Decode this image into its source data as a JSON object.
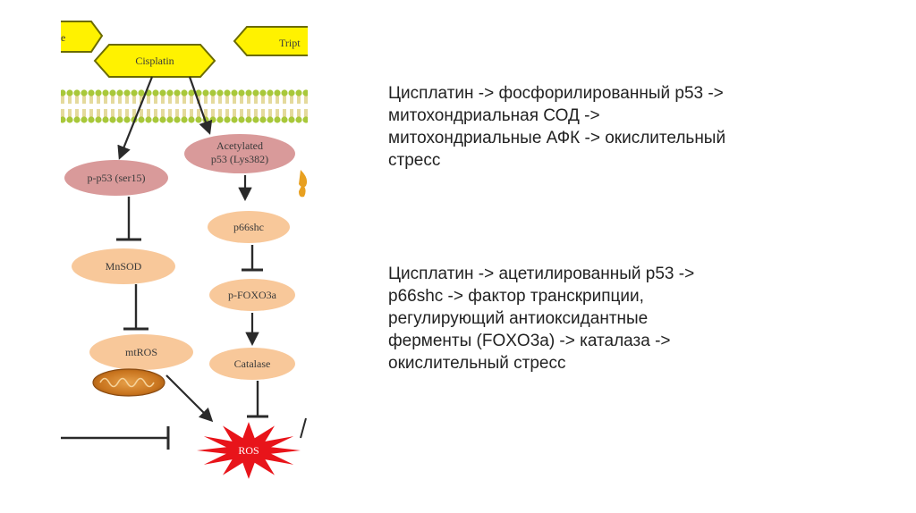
{
  "diagram": {
    "nodes": {
      "left_partial_label": "e",
      "cisplatin": "Cisplatin",
      "right_partial_label": "Tript",
      "pp53": "p-p53 (ser15)",
      "acetylated_line1": "Acetylated",
      "acetylated_line2": "p53 (Lys382)",
      "p66shc": "p66shc",
      "mnsod": "MnSOD",
      "pfoxo3a": "p-FOXO3a",
      "mtros": "mtROS",
      "catalase": "Catalase",
      "ros": "ROS"
    },
    "colors": {
      "hexagon_fill": "#fff200",
      "hexagon_stroke": "#6b6b00",
      "membrane_head": "#a8c83a",
      "membrane_tail": "#c9b53a",
      "pink_node": "#d99a9a",
      "peach_node": "#f8c89a",
      "ros_burst": "#e8141a",
      "arrow": "#2a2a2a"
    }
  },
  "text": {
    "block1": "Цисплатин -> фосфорилированный p53 ->\nмитохондриальная СОД ->\nмитохондриальные АФК -> окислительный\nстресс",
    "block2": "Цисплатин -> ацетилированный p53 ->\np66shc  -> фактор транскрипции,\nрегулирующий антиоксидантные\nферменты (FOXO3a) -> каталаза ->\nокислительный стресс"
  }
}
